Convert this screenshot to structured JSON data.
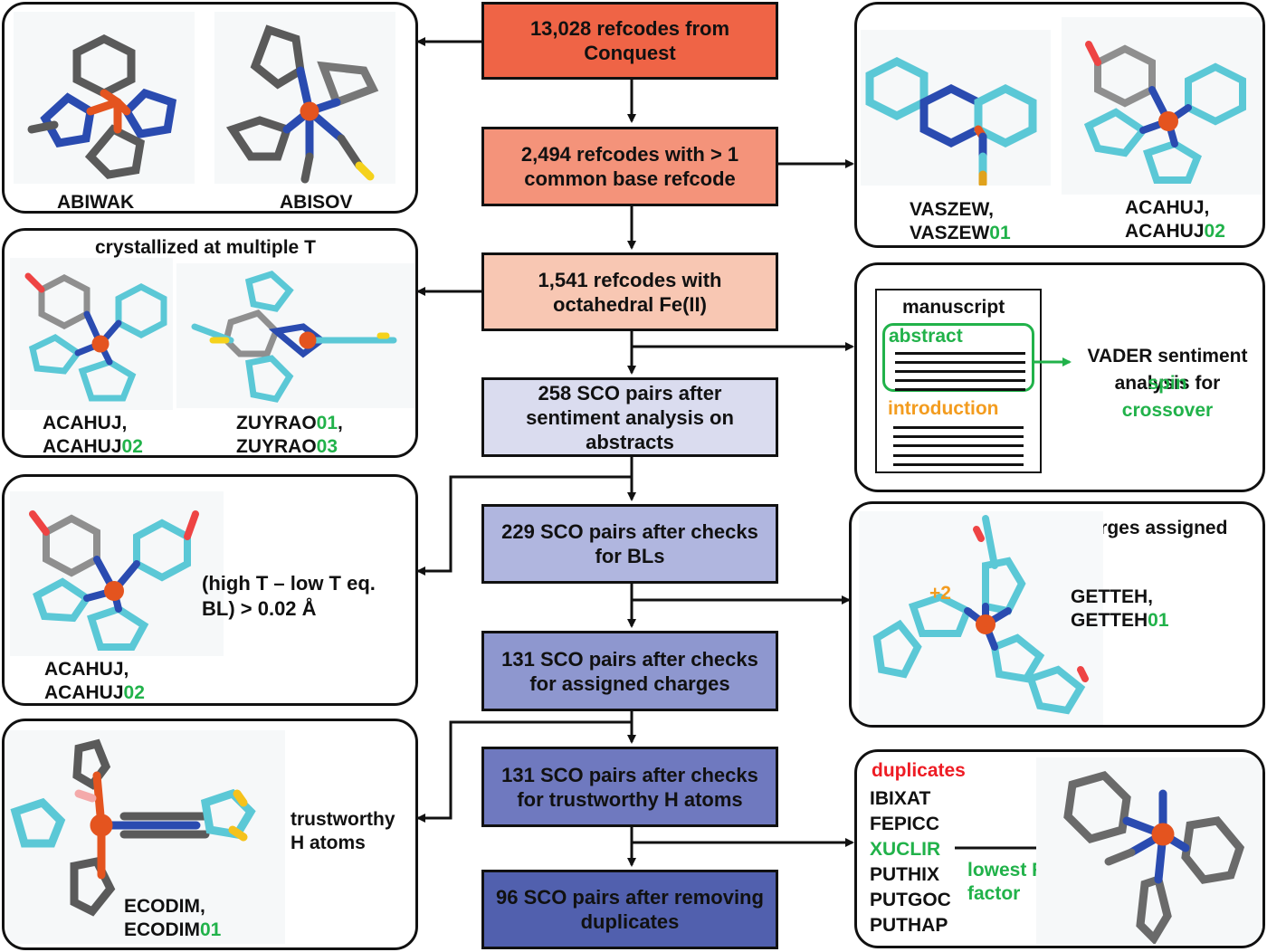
{
  "colors": {
    "step1": "#ef6446",
    "step2": "#f4937a",
    "step3": "#f8c7b3",
    "step4": "#dadcef",
    "step5": "#b0b6df",
    "step6": "#8e97cf",
    "step7": "#6f79bf",
    "step8": "#5160ae",
    "green": "#21b24a",
    "orange": "#f39c1f",
    "red": "#ee1c24"
  },
  "flow_steps": [
    {
      "label": "13,028 refcodes from Conquest"
    },
    {
      "label": "2,494 refcodes with > 1 common base refcode"
    },
    {
      "label": "1,541 refcodes with octahedral Fe(II)"
    },
    {
      "label": "258 SCO pairs after sentiment analysis on abstracts"
    },
    {
      "label": "229 SCO pairs after checks for BLs"
    },
    {
      "label": "131 SCO pairs after checks for assigned charges"
    },
    {
      "label": "131 SCO pairs after checks for trustworthy H atoms"
    },
    {
      "label": "96 SCO pairs after removing duplicates"
    }
  ],
  "panels": {
    "excluded_single": {
      "labels": [
        "ABIWAK",
        "ABISOV"
      ]
    },
    "common_base": {
      "pair1": {
        "line1": "VASZEW,",
        "line2_base": "VASZEW",
        "line2_suffix": "01"
      },
      "pair2": {
        "line1": "ACAHUJ,",
        "line2_base": "ACAHUJ",
        "line2_suffix": "02"
      }
    },
    "multiple_T": {
      "title": "crystallized at multiple T",
      "pair1": {
        "line1": "ACAHUJ,",
        "line2_base": "ACAHUJ",
        "line2_suffix": "02"
      },
      "pair2": {
        "line1_base": "ZUYRAO",
        "line1_suffix": "01",
        "line1_tail": ",",
        "line2_base": "ZUYRAO",
        "line2_suffix": "03"
      }
    },
    "sentiment": {
      "doc_title": "manuscript",
      "abstract_label": "abstract",
      "intro_label": "introduction",
      "result_prefix": "VADER sentiment analysis for",
      "result_highlight_1": "spin",
      "result_highlight_2": "crossover"
    },
    "bond_length": {
      "criterion_line1": "(high T – low T eq.",
      "criterion_line2": "BL) > 0.02 Å",
      "pair": {
        "line1": "ACAHUJ,",
        "line2_base": "ACAHUJ",
        "line2_suffix": "02"
      }
    },
    "charges": {
      "title": "charges assigned",
      "charge": "+2",
      "pair": {
        "line1": "GETTEH,",
        "line2_base": "GETTEH",
        "line2_suffix": "01"
      }
    },
    "hydrogens": {
      "criterion_line1": "trustworthy",
      "criterion_line2": "H atoms",
      "pair": {
        "line1": "ECODIM,",
        "line2_base": "ECODIM",
        "line2_suffix": "01"
      }
    },
    "duplicates": {
      "title": "duplicates",
      "items": [
        "IBIXAT",
        "FEPICC",
        "XUCLIR",
        "PUTHIX",
        "PUTGOC",
        "PUTHAP"
      ],
      "selected": "XUCLIR",
      "note_line1": "lowest R",
      "note_line2": "factor"
    }
  }
}
